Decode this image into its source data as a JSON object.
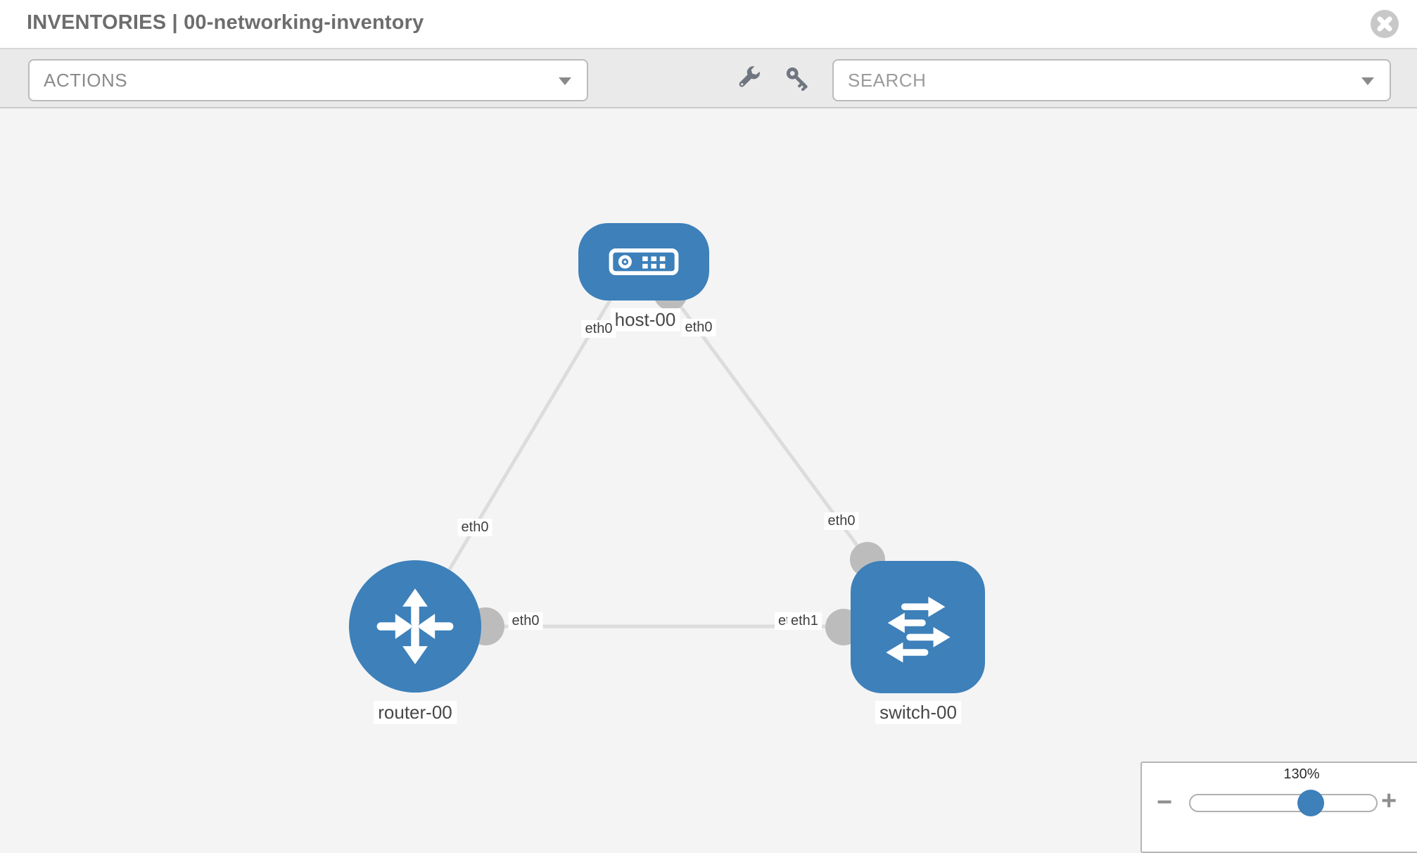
{
  "header": {
    "title": "INVENTORIES | 00-networking-inventory"
  },
  "toolbar": {
    "actions_label": "ACTIONS",
    "search_label": "SEARCH",
    "tools": [
      {
        "icon": "wrench-icon"
      },
      {
        "icon": "key-icon"
      }
    ]
  },
  "topology": {
    "nodes": [
      {
        "id": "host-00",
        "label": "host-00",
        "type": "host",
        "shape": "rounded-rectangle"
      },
      {
        "id": "router-00",
        "label": "router-00",
        "type": "router",
        "shape": "circle"
      },
      {
        "id": "switch-00",
        "label": "switch-00",
        "type": "switch",
        "shape": "rounded-square"
      }
    ],
    "links": [
      {
        "from": "host-00",
        "to": "router-00",
        "from_interface": "eth0",
        "to_interface": "eth0"
      },
      {
        "from": "host-00",
        "to": "switch-00",
        "from_interface": "eth0",
        "to_interface": "eth0"
      },
      {
        "from": "router-00",
        "to": "switch-00",
        "from_interface": "eth0",
        "to_interface": "eth1"
      }
    ],
    "interface_labels": [
      {
        "text": "eth0",
        "at": "host-00 end of host-router link"
      },
      {
        "text": "eth0",
        "at": "host-00 end of host-switch link"
      },
      {
        "text": "eth0",
        "at": "router-00 end of host-router link"
      },
      {
        "text": "eth0",
        "at": "router-00 end of router-switch link"
      },
      {
        "text": "eth0",
        "at": "switch-00 end of host-switch link"
      },
      {
        "text": "eth0",
        "at": "switch-00 end, partially occluded"
      },
      {
        "text": "eth1",
        "at": "switch-00 end of router-switch link"
      }
    ]
  },
  "zoom_control": {
    "value": "130%",
    "percent": 130,
    "minus_label": "−",
    "plus_label": "+"
  },
  "colors": {
    "node_blue": "#3d80ba",
    "connector_gray": "#bcbcbc",
    "link_gray": "#dcdcdc",
    "toolbar_gray": "#eaeaea",
    "canvas_gray": "#f4f4f4",
    "title_gray": "#6d6d6d"
  }
}
